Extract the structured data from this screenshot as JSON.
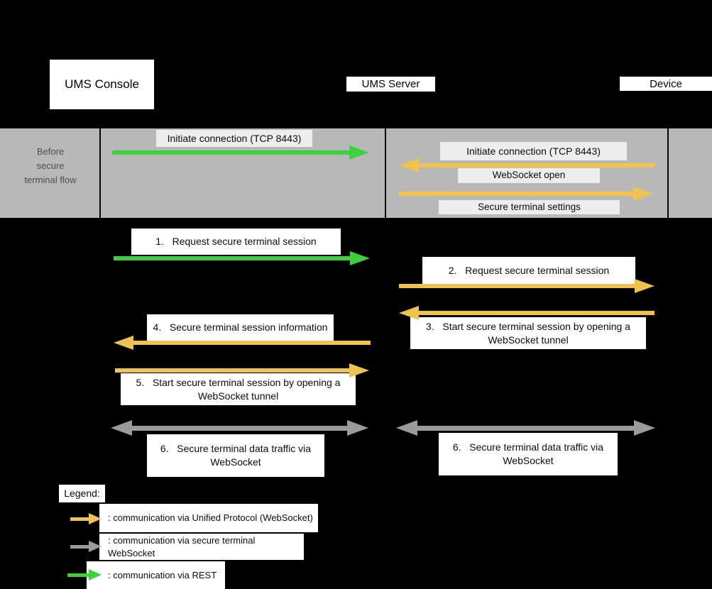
{
  "colors": {
    "page_bg": "#000000",
    "band_bg": "#b8b8b8",
    "label_bg": "#ededed",
    "band_title_color": "#4d4d4d",
    "arrow_unified": "#f0c250",
    "arrow_secure": "#9b9b9b",
    "arrow_rest": "#3dd13d"
  },
  "entities": {
    "console": "UMS Console",
    "server": "UMS Server",
    "device": "Device"
  },
  "band": {
    "title": "Before secure terminal flow",
    "messages": [
      {
        "label": "Initiate connection (TCP 8443)",
        "arrow": "rest",
        "direction": "right",
        "from": "UMS Console",
        "to": "UMS Server"
      },
      {
        "label": "Initiate connection (TCP 8443)",
        "arrow": "unified",
        "direction": "left",
        "from": "Device",
        "to": "UMS Server"
      },
      {
        "label": "WebSocket open",
        "arrow": "unified",
        "direction": "left",
        "from": "Device",
        "to": "UMS Server"
      },
      {
        "label": "Secure terminal settings",
        "arrow": "unified",
        "direction": "right",
        "from": "UMS Server",
        "to": "Device"
      }
    ]
  },
  "flow": [
    {
      "step": "1",
      "label": "1.   Request secure terminal session",
      "arrow": "rest",
      "direction": "right",
      "from": "UMS Console",
      "to": "UMS Server"
    },
    {
      "step": "2",
      "label": "2.   Request secure terminal session",
      "arrow": "unified",
      "direction": "right",
      "from": "UMS Server",
      "to": "Device"
    },
    {
      "step": "3",
      "label": "3.   Start secure terminal session by opening a WebSocket tunnel",
      "arrow": "unified",
      "direction": "left",
      "from": "Device",
      "to": "UMS Server"
    },
    {
      "step": "4",
      "label": "4.   Secure terminal session information",
      "arrow": "unified",
      "direction": "left",
      "from": "UMS Server",
      "to": "UMS Console"
    },
    {
      "step": "5",
      "label": "5.   Start secure terminal session by opening a WebSocket tunnel",
      "arrow": "unified",
      "direction": "right",
      "from": "UMS Console",
      "to": "UMS Server"
    },
    {
      "step": "6a",
      "label": "6.   Secure terminal data traffic via WebSocket",
      "arrow": "secure",
      "direction": "both",
      "from": "UMS Console",
      "to": "UMS Server"
    },
    {
      "step": "6b",
      "label": "6.   Secure terminal data traffic via WebSocket",
      "arrow": "secure",
      "direction": "both",
      "from": "UMS Server",
      "to": "Device"
    }
  ],
  "legend": {
    "title": "Legend:",
    "items": [
      {
        "label": ": communication via Unified Protocol (WebSocket)",
        "arrow": "unified"
      },
      {
        "label": ": communication via secure terminal WebSocket",
        "arrow": "secure"
      },
      {
        "label": ": communication via REST",
        "arrow": "rest"
      }
    ]
  }
}
